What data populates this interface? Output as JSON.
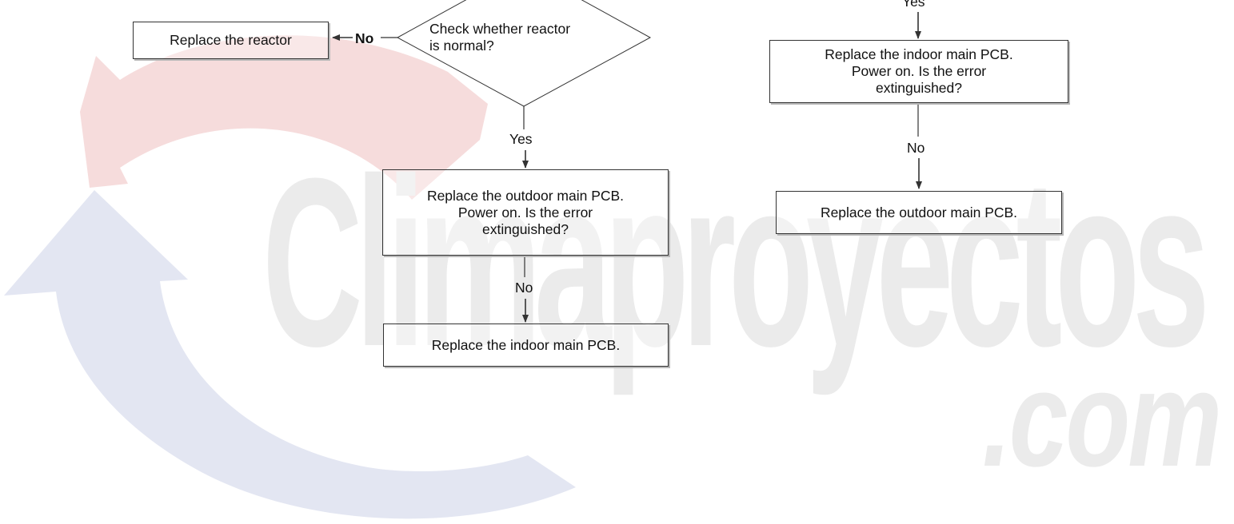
{
  "watermark": {
    "main": "Climaproyectos",
    "suffix": ".com",
    "colors": {
      "red_arrow": "#f6dcdc",
      "blue_arrow": "#e3e6f2",
      "text": "#ebebeb"
    }
  },
  "flowchart": {
    "decision_reactor": "Check whether reactor\nis normal?",
    "replace_reactor": "Replace  the reactor",
    "label_no_reactor": "No",
    "label_yes_reactor": "Yes",
    "replace_outdoor_check": "Replace the outdoor main PCB.\nPower on. Is the error\nextinguished?",
    "label_no_outdoor": "No",
    "replace_indoor_final": "Replace the indoor main PCB.",
    "label_yes_top_right": "Yes",
    "replace_indoor_check": "Replace the indoor main PCB.\nPower on. Is the error\nextinguished?",
    "label_no_indoor": "No",
    "replace_outdoor_final": "Replace  the outdoor main PCB."
  }
}
